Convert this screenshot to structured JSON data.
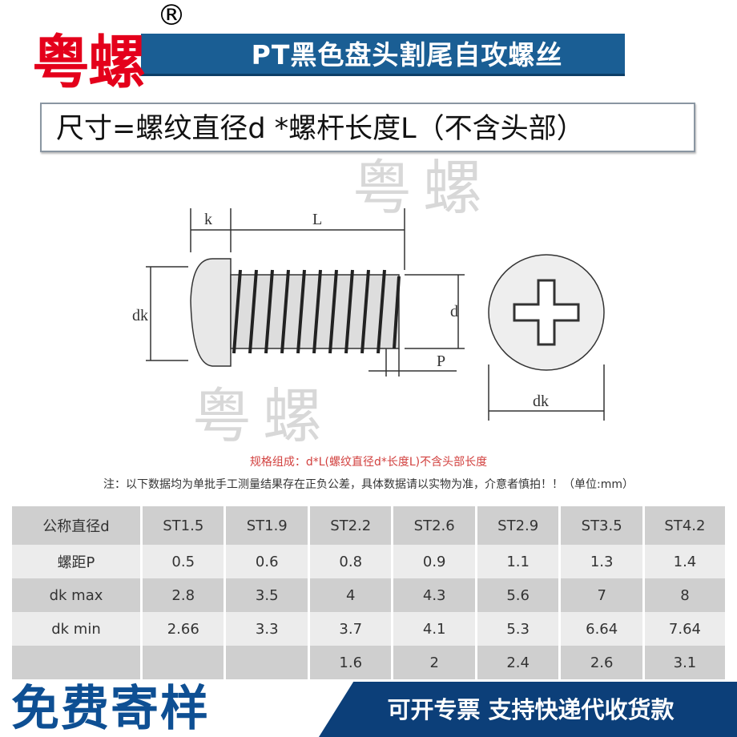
{
  "header": {
    "title": "PT黑色盘头割尾自攻螺丝",
    "brand": "粤螺",
    "registered_mark": "®",
    "formula": "尺寸=螺纹直径d *螺杆长度L（不含头部）"
  },
  "drawing": {
    "labels": {
      "k": "k",
      "L": "L",
      "dk_side": "dk",
      "d": "d",
      "P": "P",
      "dk_top": "dk"
    },
    "watermark": "粤螺"
  },
  "spec_line": "规格组成：d*L(螺纹直径d*长度L)不含头部长度",
  "note": "注：以下数据均为单批手工测量结果存在正负公差，具体数据请以实物为准，介意者慎拍！！（单位:mm）",
  "table": {
    "rows": [
      [
        "公称直径d",
        "ST1.5",
        "ST1.9",
        "ST2.2",
        "ST2.6",
        "ST2.9",
        "ST3.5",
        "ST4.2"
      ],
      [
        "螺距P",
        "0.5",
        "0.6",
        "0.8",
        "0.9",
        "1.1",
        "1.3",
        "1.4"
      ],
      [
        "dk  max",
        "2.8",
        "3.5",
        "4",
        "4.3",
        "5.6",
        "7",
        "8"
      ],
      [
        "dk  min",
        "2.66",
        "3.3",
        "3.7",
        "4.1",
        "5.3",
        "6.64",
        "7.64"
      ],
      [
        "",
        "",
        "",
        "1.6",
        "2",
        "2.4",
        "2.6",
        "3.1"
      ]
    ]
  },
  "banner": {
    "free_sample": "免费寄样",
    "services": "可开专票 支持快递代收货款"
  },
  "colors": {
    "title_bg": "#1a5e94",
    "brand_red": "#e4001b",
    "banner_blue": "#0c3f79",
    "spec_red": "#d2413f"
  }
}
